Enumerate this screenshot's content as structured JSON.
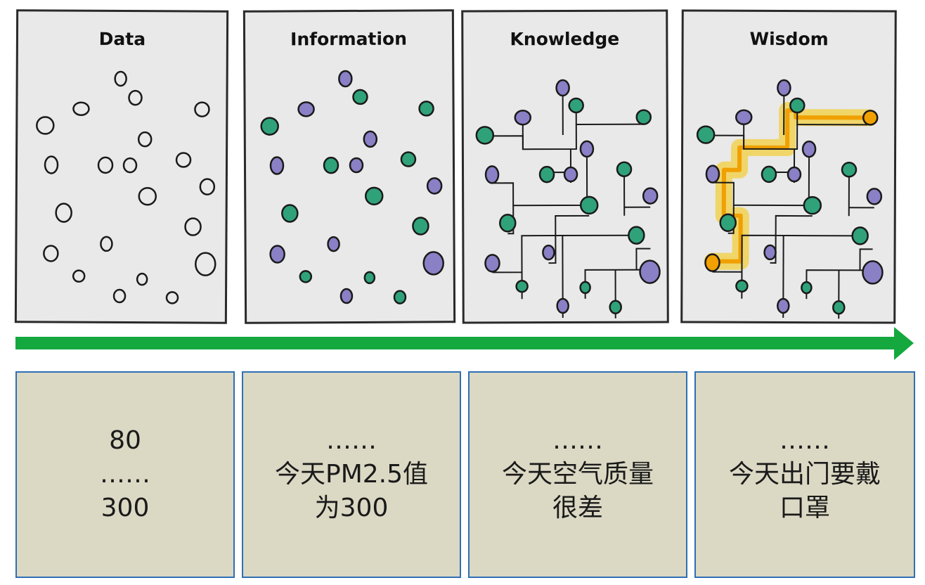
{
  "panels": [
    {
      "title": "Data"
    },
    {
      "title": "Information"
    },
    {
      "title": "Knowledge"
    },
    {
      "title": "Wisdom"
    }
  ],
  "boxes": [
    {
      "lines": [
        "80",
        "……",
        "300"
      ]
    },
    {
      "lines": [
        "……",
        "今天PM2.5值",
        "为300"
      ]
    },
    {
      "lines": [
        "……",
        "今天空气质量",
        "很差"
      ]
    },
    {
      "lines": [
        "……",
        "今天出门要戴",
        "口罩"
      ]
    }
  ],
  "colors": {
    "green_node": "#2fa27a",
    "purple_node": "#8a80c6",
    "arrow": "#14a83f",
    "box_fill": "#dbd8c4",
    "box_border": "#2f6fb4",
    "highlight": "#f5c400"
  }
}
